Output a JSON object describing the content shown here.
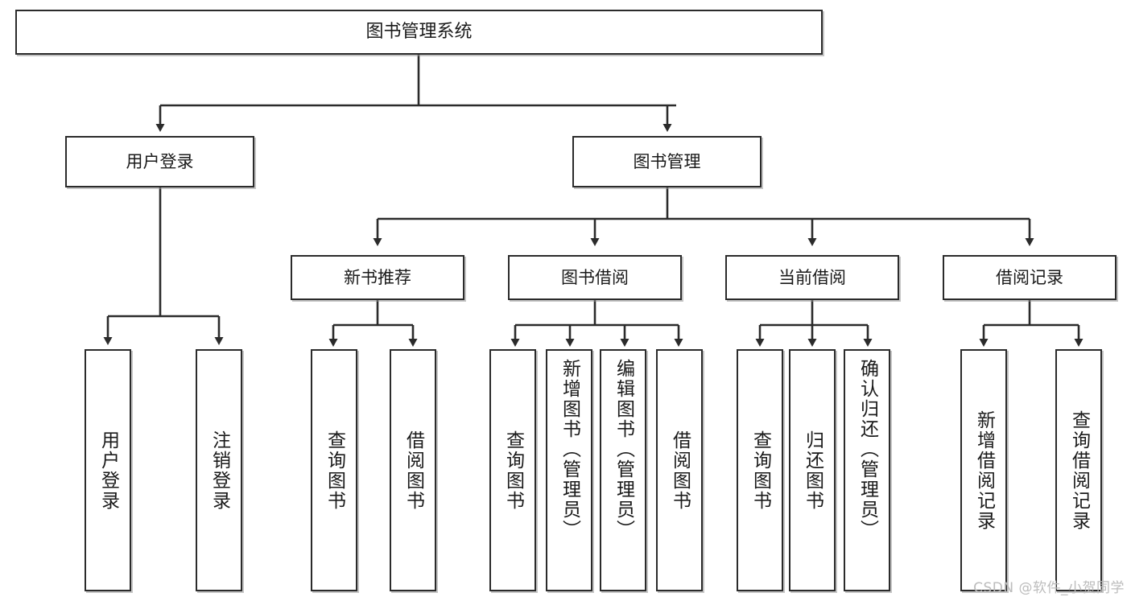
{
  "diagram": {
    "type": "tree-hierarchy-chart",
    "title": "图书管理系统",
    "orientation": "top-down",
    "edge_style": "orthogonal-with-arrowheads",
    "colors": {
      "node_border": "#2b2b2b",
      "node_fill": "#ffffff",
      "edge": "#2b2b2b",
      "text": "#1a1a1a",
      "watermark": "#bcbcbc",
      "background": "#ffffff"
    }
  },
  "root": {
    "label": "图书管理系统"
  },
  "level2": [
    {
      "label": "用户登录"
    },
    {
      "label": "图书管理"
    }
  ],
  "level3": [
    {
      "label": "新书推荐"
    },
    {
      "label": "图书借阅"
    },
    {
      "label": "当前借阅"
    },
    {
      "label": "借阅记录"
    }
  ],
  "leaves": {
    "user_login": [
      {
        "label": "用户登录"
      },
      {
        "label": "注销登录"
      }
    ],
    "new_book_recommend": [
      {
        "label": "查询图书"
      },
      {
        "label": "借阅图书"
      }
    ],
    "book_borrow": [
      {
        "label": "查询图书"
      },
      {
        "label": "新增图书（管理员）"
      },
      {
        "label": "编辑图书（管理员）"
      },
      {
        "label": "借阅图书"
      }
    ],
    "current_borrow": [
      {
        "label": "查询图书"
      },
      {
        "label": "归还图书"
      },
      {
        "label": "确认归还（管理员）"
      }
    ],
    "borrow_record": [
      {
        "label": "新增借阅记录"
      },
      {
        "label": "查询借阅记录"
      }
    ]
  },
  "watermark": {
    "text": "CSDN @软件_小贺同学"
  }
}
